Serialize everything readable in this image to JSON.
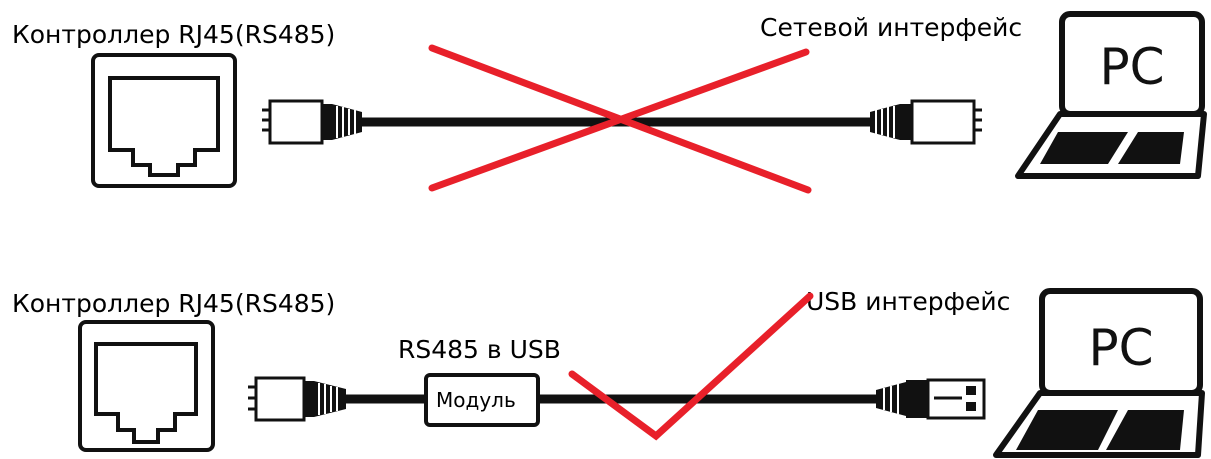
{
  "top": {
    "controller_label": "Контроллер RJ45(RS485)",
    "interface_label": "Сетевой интерфейс",
    "pc_label": "PC"
  },
  "bottom": {
    "controller_label": "Контроллер RJ45(RS485)",
    "interface_label": "USB  интерфейс",
    "converter_label": "RS485 в USB",
    "module_label": "Модуль",
    "pc_label": "PC"
  },
  "colors": {
    "mark": "#e8202a",
    "ink": "#111111"
  }
}
